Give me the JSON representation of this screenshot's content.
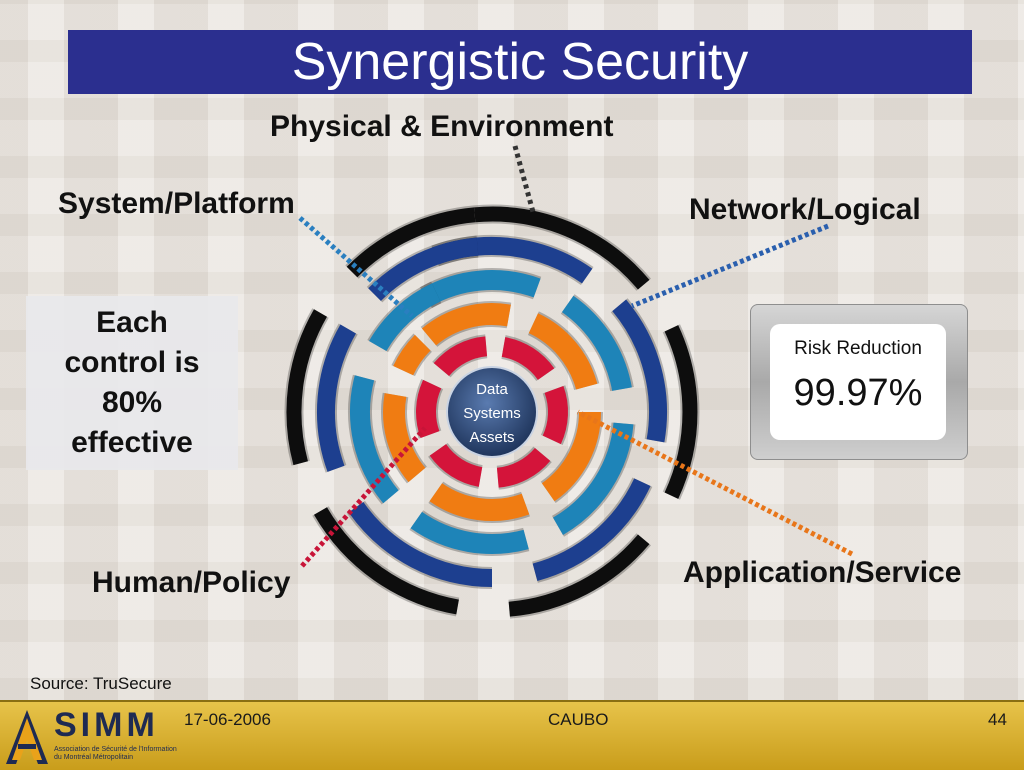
{
  "title": "Synergistic Security",
  "layers": {
    "physical": "Physical & Environment",
    "system": "System/Platform",
    "network": "Network/Logical",
    "human": "Human/Policy",
    "application": "Application/Service"
  },
  "center": {
    "line1": "Data",
    "line2": "Systems",
    "line3": "Assets"
  },
  "note": "Each control is 80% effective",
  "risk": {
    "label": "Risk Reduction",
    "value": "99.97%"
  },
  "source": "Source: TruSecure",
  "footer": {
    "logo_letters": "SIMM",
    "logo_subtitle": "Association de Sécurité de l'Information du Montréal Métropolitain",
    "date": "17-06-2006",
    "organization": "CAUBO",
    "page": "44"
  },
  "colors": {
    "title_bar": "#2b2f8f",
    "ring_black": "#0d0d0d",
    "ring_navy": "#1d3f8f",
    "ring_teal": "#1e84b8",
    "ring_orange": "#f07c12",
    "ring_red": "#d4143a",
    "center": "#2e4a78",
    "footer": "#d9b232"
  }
}
